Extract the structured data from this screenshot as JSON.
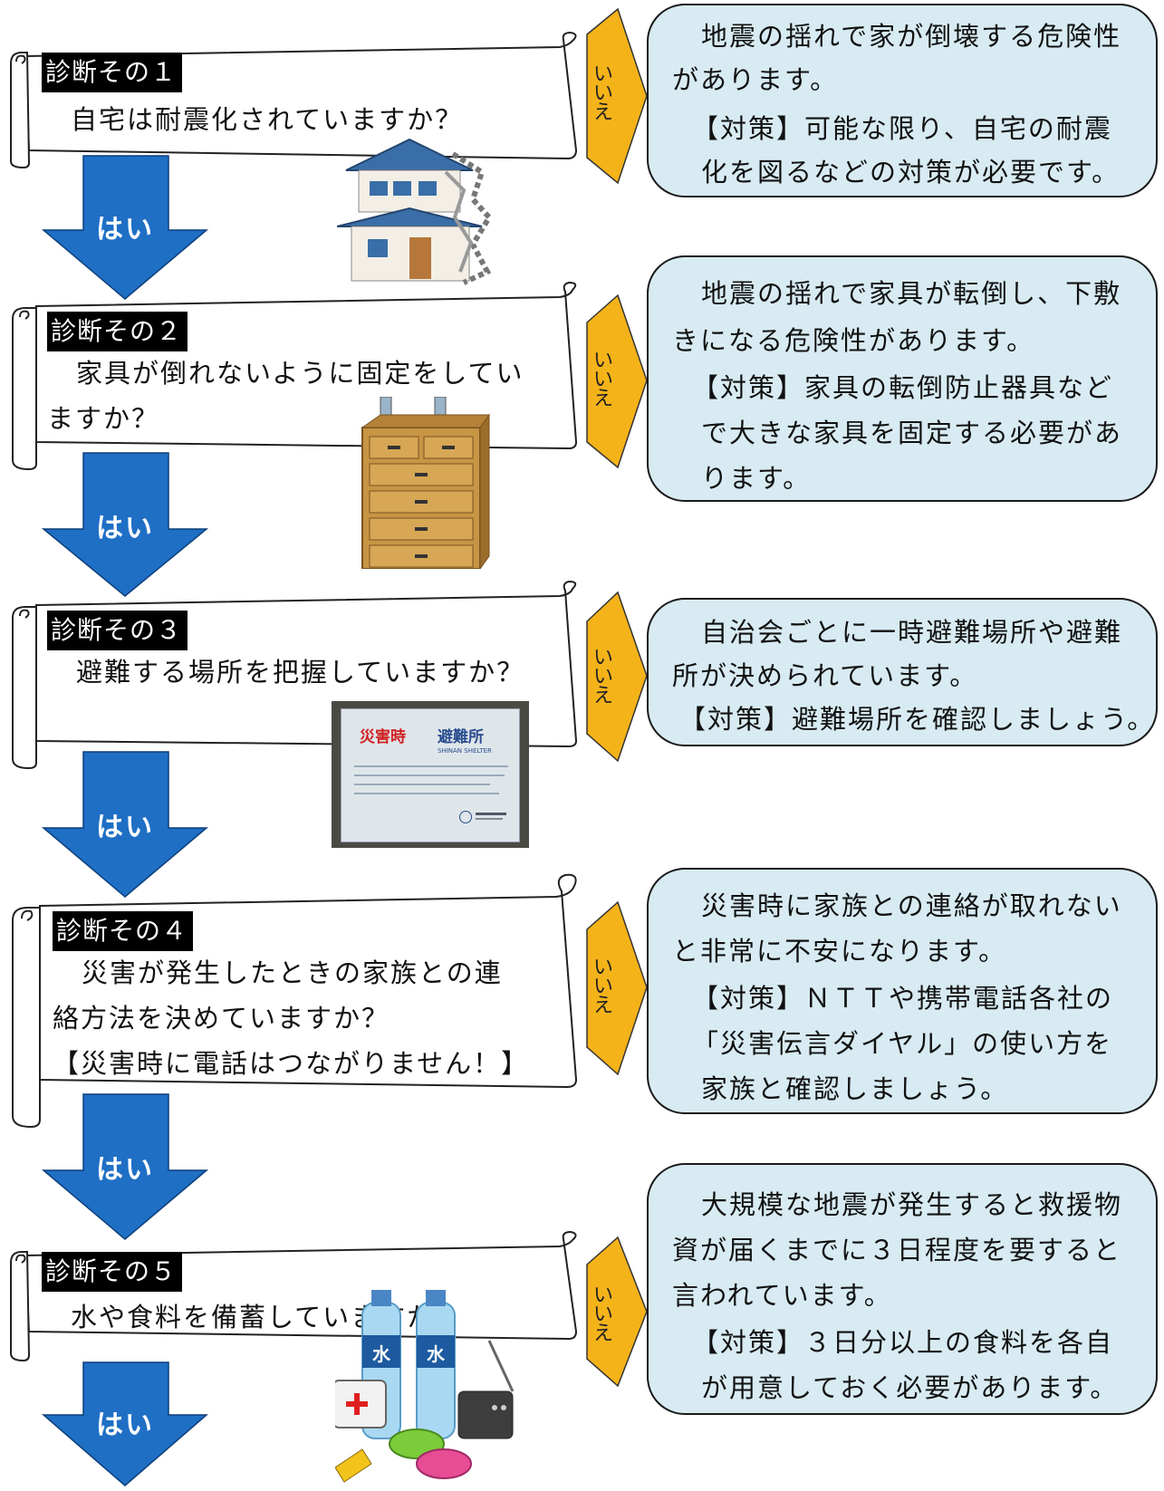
{
  "colors": {
    "arrow_blue": "#1f6fc5",
    "no_arrow_orange": "#f5b31a",
    "answer_bg": "#d8ebf2",
    "tag_bg": "#000000"
  },
  "no_label": "いいえ",
  "yes_label": "はい",
  "steps": [
    {
      "tag": "診断その１",
      "question": [
        "自宅は耐震化されていますか？"
      ],
      "answer": [
        "地震の揺れで家が倒壊する危険性",
        "があります。",
        "【対策】可能な限り、自宅の耐震",
        "化を図るなどの対策が必要です。"
      ],
      "illustration": "house-illustration"
    },
    {
      "tag": "診断その２",
      "question": [
        "家具が倒れないように固定をしてい",
        "ますか？"
      ],
      "answer": [
        "地震の揺れで家具が転倒し、下敷",
        "きになる危険性があります。",
        "【対策】家具の転倒防止器具など",
        "で大きな家具を固定する必要があ",
        "ります。"
      ],
      "illustration": "furniture-illustration"
    },
    {
      "tag": "診断その３",
      "question": [
        "避難する場所を把握していますか？"
      ],
      "answer": [
        "自治会ごとに一時避難場所や避難",
        "所が決められています。",
        "【対策】避難場所を確認しましょう。"
      ],
      "illustration": "shelter-sign-photo",
      "sign": {
        "title1": "災害時",
        "title2": "避難所",
        "subtitle": "SHINAN SHELTER"
      }
    },
    {
      "tag": "診断その４",
      "question": [
        "災害が発生したときの家族との連",
        "絡方法を決めていますか？",
        "【災害時に電話はつながりません！】"
      ],
      "answer": [
        "災害時に家族との連絡が取れない",
        "と非常に不安になります。",
        "【対策】ＮＴＴや携帯電話各社の",
        "「災害伝言ダイヤル」の使い方を",
        "家族と確認しましょう。"
      ]
    },
    {
      "tag": "診断その５",
      "question": [
        "水や食料を備蓄していますか？"
      ],
      "answer": [
        "大規模な地震が発生すると救援物",
        "資が届くまでに３日程度を要すると",
        "言われています。",
        "【対策】３日分以上の食料を各自",
        "が用意しておく必要があります。"
      ],
      "illustration": "supplies-illustration",
      "water_label": "水"
    }
  ]
}
